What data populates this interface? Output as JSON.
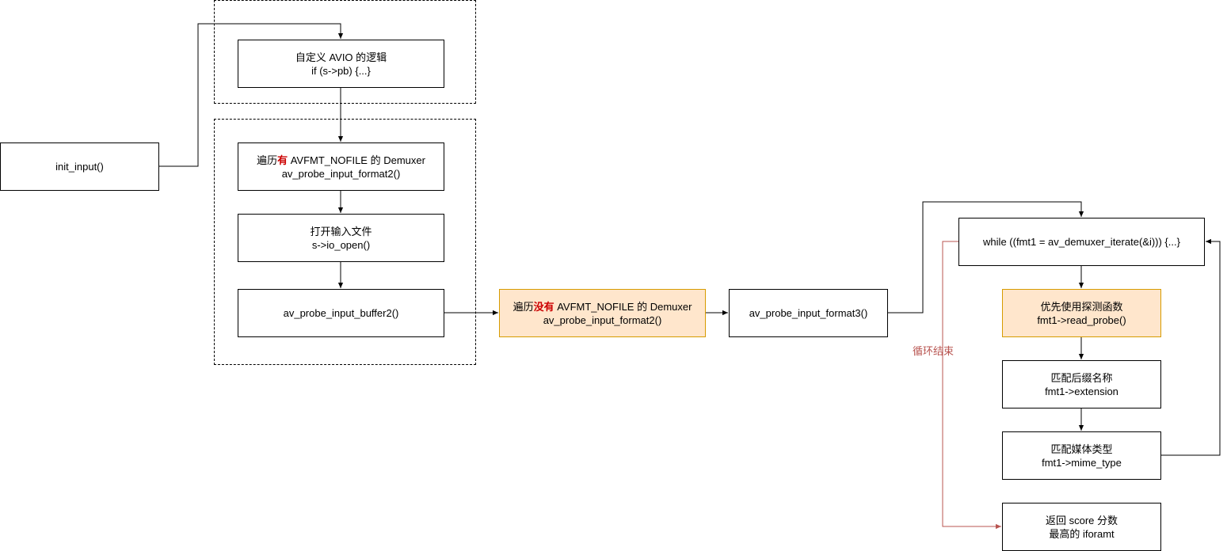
{
  "nodes": {
    "init_input": {
      "line1": "init_input()"
    },
    "custom_avio": {
      "line1": "自定义 AVIO 的逻辑",
      "line2": "if (s->pb) {...}"
    },
    "iter_nofile": {
      "prefix": "遍历",
      "em": "有",
      "suffix": " AVFMT_NOFILE 的 Demuxer",
      "line2": "av_probe_input_format2()"
    },
    "open_file": {
      "line1": "打开输入文件",
      "line2": "s->io_open()"
    },
    "probe_buffer": {
      "line1": "av_probe_input_buffer2()"
    },
    "iter_no_nofile": {
      "prefix": "遍历",
      "em": "没有",
      "suffix": " AVFMT_NOFILE 的 Demuxer",
      "line2": "av_probe_input_format2()"
    },
    "probe_format3": {
      "line1": "av_probe_input_format3()"
    },
    "while_loop": {
      "line1": "while ((fmt1 = av_demuxer_iterate(&i))) {...}"
    },
    "read_probe": {
      "line1": "优先使用探测函数",
      "line2": "fmt1->read_probe()"
    },
    "extension": {
      "line1": "匹配后缀名称",
      "line2": "fmt1->extension"
    },
    "mime_type": {
      "line1": "匹配媒体类型",
      "line2": "fmt1->mime_type"
    },
    "return_score": {
      "line1": "返回 score 分数",
      "line2": "最高的 iforamt"
    }
  },
  "edge_labels": {
    "loop_end": "循环结束"
  },
  "colors": {
    "highlight_fill": "#ffe6cc",
    "highlight_stroke": "#d79b00",
    "loop_end_edge": "#b85450",
    "emphasis_text": "#cc0000"
  }
}
